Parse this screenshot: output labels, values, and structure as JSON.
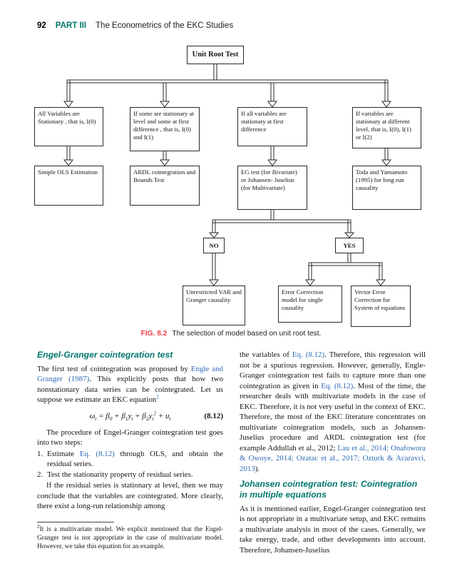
{
  "header": {
    "page_number": "92",
    "part_label": "PART III",
    "part_title": "The Econometrics of the EKC Studies"
  },
  "figure": {
    "root": "Unit Root Test",
    "conditions": [
      "All Variables are Stationary , that is, I(0)",
      "If some are stationary at level and some at first difference , that is, I(0) and I(1)",
      "If all variables are stationary at first difference",
      "If variables are stationary at different level, that is, I(0), I(1) or I(2)"
    ],
    "methods": [
      "Simple OLS Estimation",
      "ARDL cointegration and Bounds Test",
      "EG test (for Bivariate) or Johansen- Juselius (for Multivariate)",
      "Toda and Yamamoto (1995) for long run causality"
    ],
    "no_label": "NO",
    "yes_label": "YES",
    "no_result": "Unrestricted VAR and Granger causality",
    "yes_results": [
      "Error Correction model for single causality",
      "Vector Error Correction for System of equations"
    ],
    "caption_label": "FIG. 8.2",
    "caption_text": "The selection of model based on unit root test."
  },
  "left": {
    "heading": "Engel-Granger cointegration test",
    "p1": {
      "r0": "The first test of cointegration was proposed by ",
      "r1": "Engle and Granger (1987)",
      "r2": ". This explicitly posts that how two nonstationary data series can be cointegrated. Let us suppose we estimate an EKC equation",
      "note": "2"
    },
    "eq": {
      "e0": "ω",
      "e1": "t",
      "e2": " = β",
      "e3": "0",
      "e4": " + β",
      "e5": "1",
      "e6": "y",
      "e7": "t",
      "e8": " + β",
      "e9": "2",
      "e10": "y",
      "e11": "t",
      "e12": "2",
      "e13": " + u",
      "e14": "t",
      "num": "(8.12)"
    },
    "p2": "The procedure of Engel-Granger cointegration test goes into two steps:",
    "steps": {
      "s1": {
        "n": "1.",
        "r0": "Estimate ",
        "r1": "Eq. (8.12)",
        "r2": " through OLS, and obtain the residual series."
      },
      "s2": {
        "n": "2.",
        "r0": "Test the stationarity property of residual series."
      }
    },
    "p3": "If the residual series is stationary at level, then we may conclude that the variables are cointegrated. More clearly, there exist a long-run relationship among",
    "footnote": {
      "mark": "2",
      "text": "It is a multivariate model. We explicit mentioned that the Engel-Granger test is not appropriate in the case of multivariate model. However, we take this equation for an example."
    }
  },
  "right": {
    "p1": {
      "r0": "the variables of ",
      "r1": "Eq. (8.12)",
      "r2": ". Therefore, this regression will not be a spurious regression. However, generally, Engle-Granger cointegration test fails to capture more than one cointegration as given in ",
      "r3": "Eq. (8.12)",
      "r4": ". Most of the time, the researcher deals with multivariate models in the case of EKC. Therefore, it is not very useful in the context of EKC. Therefore, the most of the EKC literature concentrates on multivariate cointegration models, such as Johansen-Juselius procedure and ARDL cointegration test (for example Addullah et al., 2012; ",
      "r5": "Lau et al., 2014; Onafowora & Owoye, 2014; Ozatac et al., 2017; Ozturk & Acaravci, 2013",
      "r6": ")."
    },
    "heading": "Johansen cointegration test: Cointegration in multiple equations",
    "p2": "As it is mentioned earlier, Engel-Granger cointegration test is not appropriate in a multivariate setup, and EKC remains a multivariate analysis in most of the cases. Generally, we take energy, trade, and other developments into account. Therefore, Johansen-Juselius"
  }
}
